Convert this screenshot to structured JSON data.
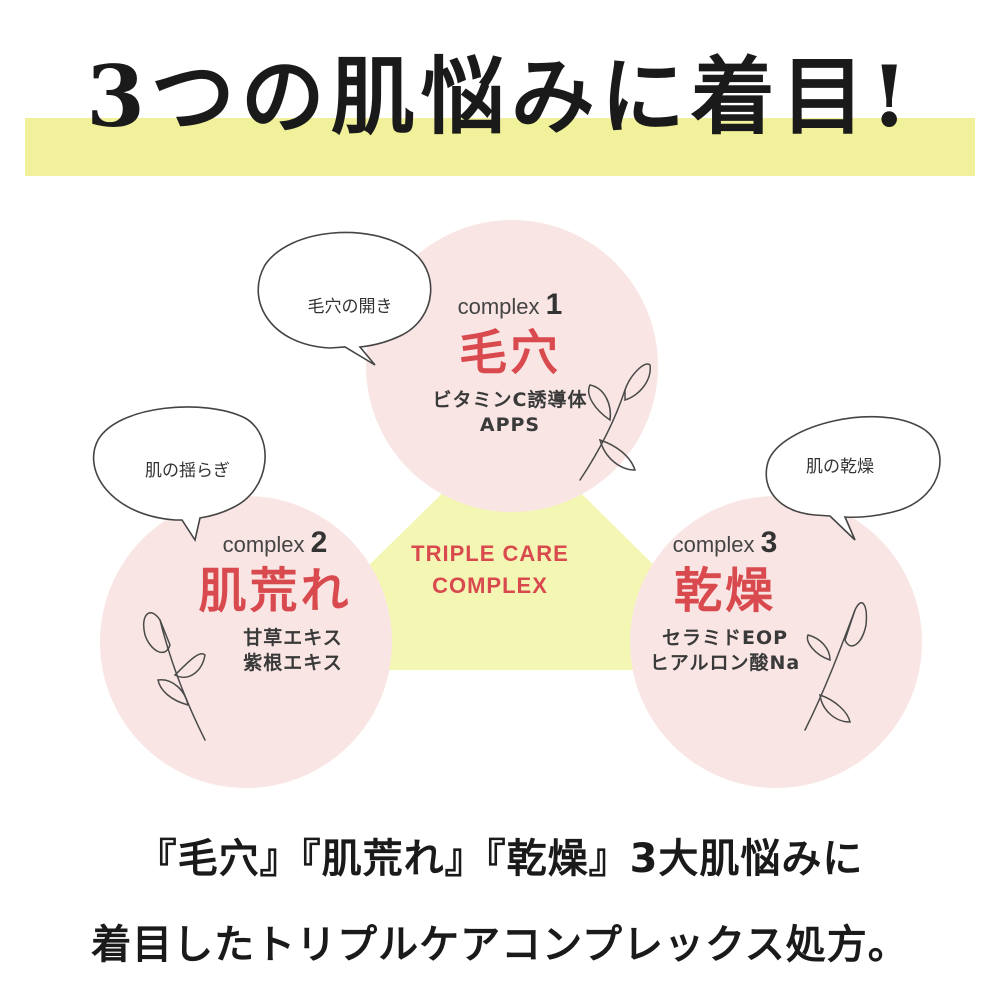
{
  "title": "3つの肌悩みに着目!",
  "center_label": [
    "TRIPLE CARE",
    "COMPLEX"
  ],
  "complexes": [
    {
      "label": "complex",
      "number": "1",
      "concern": "毛穴",
      "ingredients": [
        "ビタミンC誘導体",
        "APPS"
      ],
      "bubble": "毛穴の開き"
    },
    {
      "label": "complex",
      "number": "2",
      "concern": "肌荒れ",
      "ingredients": [
        "甘草エキス",
        "紫根エキス"
      ],
      "bubble": "肌の揺らぎ"
    },
    {
      "label": "complex",
      "number": "3",
      "concern": "乾燥",
      "ingredients": [
        "セラミドEOP",
        "ヒアルロン酸Na"
      ],
      "bubble": "肌の乾燥"
    }
  ],
  "bottom_lines": [
    "『毛穴』『肌荒れ』『乾燥』3大肌悩みに",
    "着目したトリプルケアコンプレックス処方。"
  ],
  "colors": {
    "title_band": "#f0f19a",
    "triangle": "#f4f6b4",
    "circle": "#f9e6e4",
    "accent_red": "#d94a4f"
  }
}
